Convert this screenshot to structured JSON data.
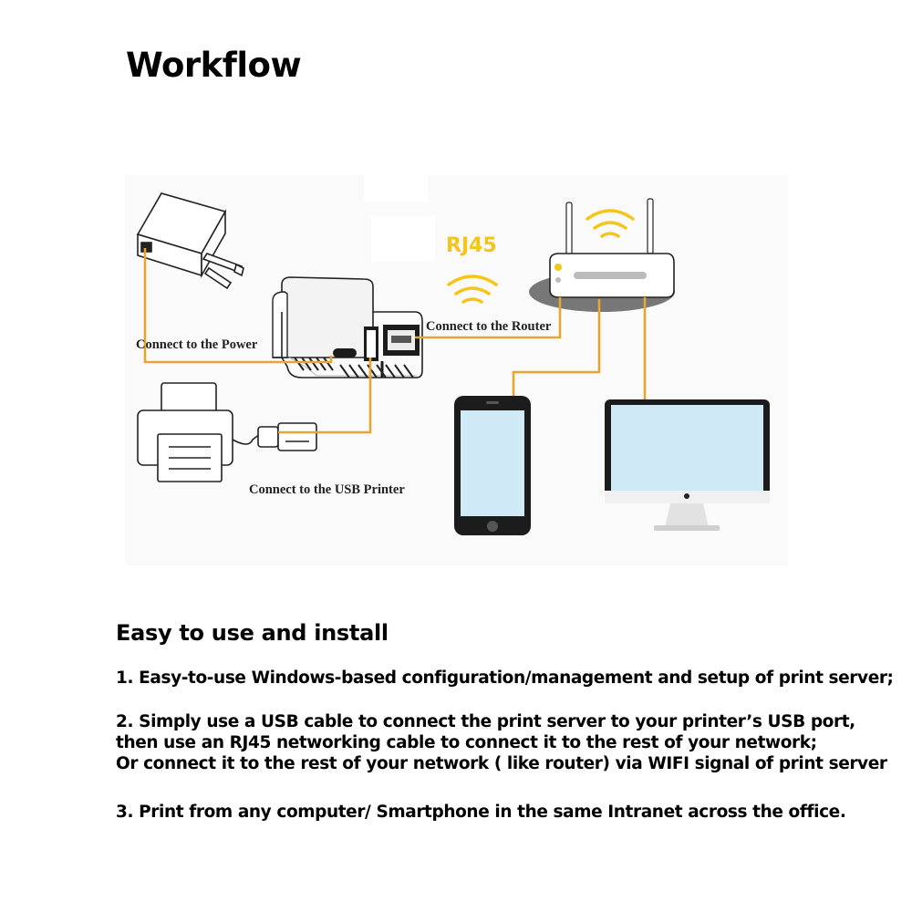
{
  "title": "Workflow",
  "diagram": {
    "rj45_label": "RJ45",
    "power_label": "Connect to  the Power",
    "router_label": "Connect to the Router",
    "usb_label": "Connect to the USB Printer"
  },
  "section": {
    "heading": "Easy to use and install",
    "item1": "1. Easy-to-use Windows-based configuration/management and setup of print server;",
    "item2_line1": "2. Simply use a USB cable to connect the print server to your printer’s USB port,",
    "item2_line2": "then use an RJ45 networking cable to connect it to the rest of your network;",
    "item2_line3": "Or connect it to the rest of your network ( like router) via WIFI signal of print server",
    "item3": "3. Print from any computer/ Smartphone in the same Intranet across the office."
  },
  "colors": {
    "cable": "#e8a531",
    "wifi": "#f5c518",
    "screen": "#cfe9f7",
    "device_dark": "#1c1c1c"
  }
}
